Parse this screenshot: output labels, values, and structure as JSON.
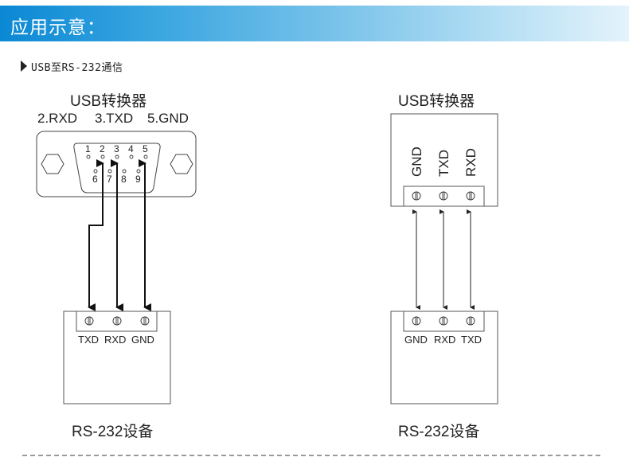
{
  "banner": {
    "title": "应用示意："
  },
  "section": {
    "label": "USB至RS-232通信"
  },
  "left_diagram": {
    "converter_title": "USB转换器",
    "pin_labels": [
      "2.RXD",
      "3.TXD",
      "5.GND"
    ],
    "db9_pins_top": [
      "1",
      "2",
      "3",
      "4",
      "5"
    ],
    "db9_pins_bottom": [
      "6",
      "7",
      "8",
      "9"
    ],
    "device_terminals": [
      "TXD",
      "RXD",
      "GND"
    ],
    "device_title": "RS-232设备"
  },
  "right_diagram": {
    "converter_title": "USB转换器",
    "converter_terminals": [
      "GND",
      "TXD",
      "RXD"
    ],
    "device_terminals": [
      "GND",
      "RXD",
      "TXD"
    ],
    "device_title": "RS-232设备"
  },
  "colors": {
    "banner_start": "#0a88d4",
    "banner_end": "#e4f3fb",
    "line": "#222222"
  }
}
